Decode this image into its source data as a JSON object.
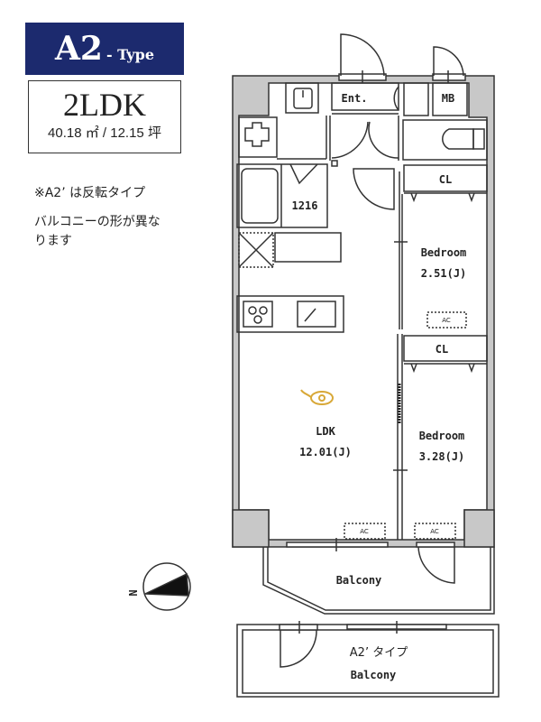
{
  "header": {
    "type_main": "A2",
    "type_sub": "- Type",
    "layout": "2LDK",
    "area": "40.18 ㎡ / 12.15 坪"
  },
  "notes": {
    "line1": "※A2’ は反転タイプ",
    "line2": "バルコニーの形が異な",
    "line3": "ります"
  },
  "plan": {
    "entrance": "Ent.",
    "meter_box": "MB",
    "bathroom": "1216",
    "closet1": "CL",
    "closet2": "CL",
    "bedroom1": {
      "name": "Bedroom",
      "size": "2.51(J)"
    },
    "bedroom2": {
      "name": "Bedroom",
      "size": "3.28(J)"
    },
    "ldk": {
      "name": "LDK",
      "size": "12.01(J)"
    },
    "ac1": "AC",
    "ac2": "AC",
    "ac3": "AC",
    "balcony": "Balcony",
    "alt_type": "A2’ タイプ",
    "alt_balcony": "Balcony",
    "compass_north": "N"
  },
  "colors": {
    "badge": "#1c2a6e",
    "wall": "#c8c8c8",
    "line": "#333333",
    "lamp": "#d8a838"
  }
}
